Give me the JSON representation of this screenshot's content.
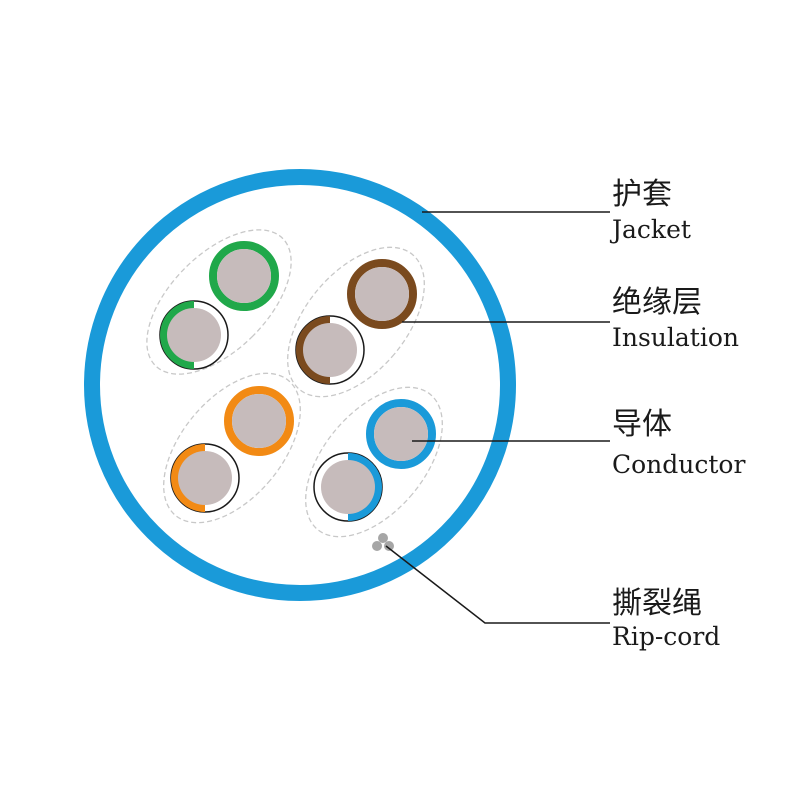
{
  "colors": {
    "jacket": "#1a9ad9",
    "conductor": "#c6bbbb",
    "green": "#20a84a",
    "brown": "#7a4a1e",
    "orange": "#f28a14",
    "blue": "#1a9ad9",
    "ripcord": "#a6a6a6",
    "outline": "#c8c8c8",
    "text": "#1a1a1a"
  },
  "labels": {
    "jacket": {
      "cn": "护套",
      "en": "Jacket"
    },
    "insulation": {
      "cn": "绝缘层",
      "en": "Insulation"
    },
    "conductor": {
      "cn": "导体",
      "en": "Conductor"
    },
    "ripcord": {
      "cn": "撕裂绳",
      "en": "Rip-cord"
    }
  },
  "pairs": [
    {
      "name": "green",
      "color": "green"
    },
    {
      "name": "brown",
      "color": "brown"
    },
    {
      "name": "orange",
      "color": "orange"
    },
    {
      "name": "blue",
      "color": "blue"
    }
  ]
}
